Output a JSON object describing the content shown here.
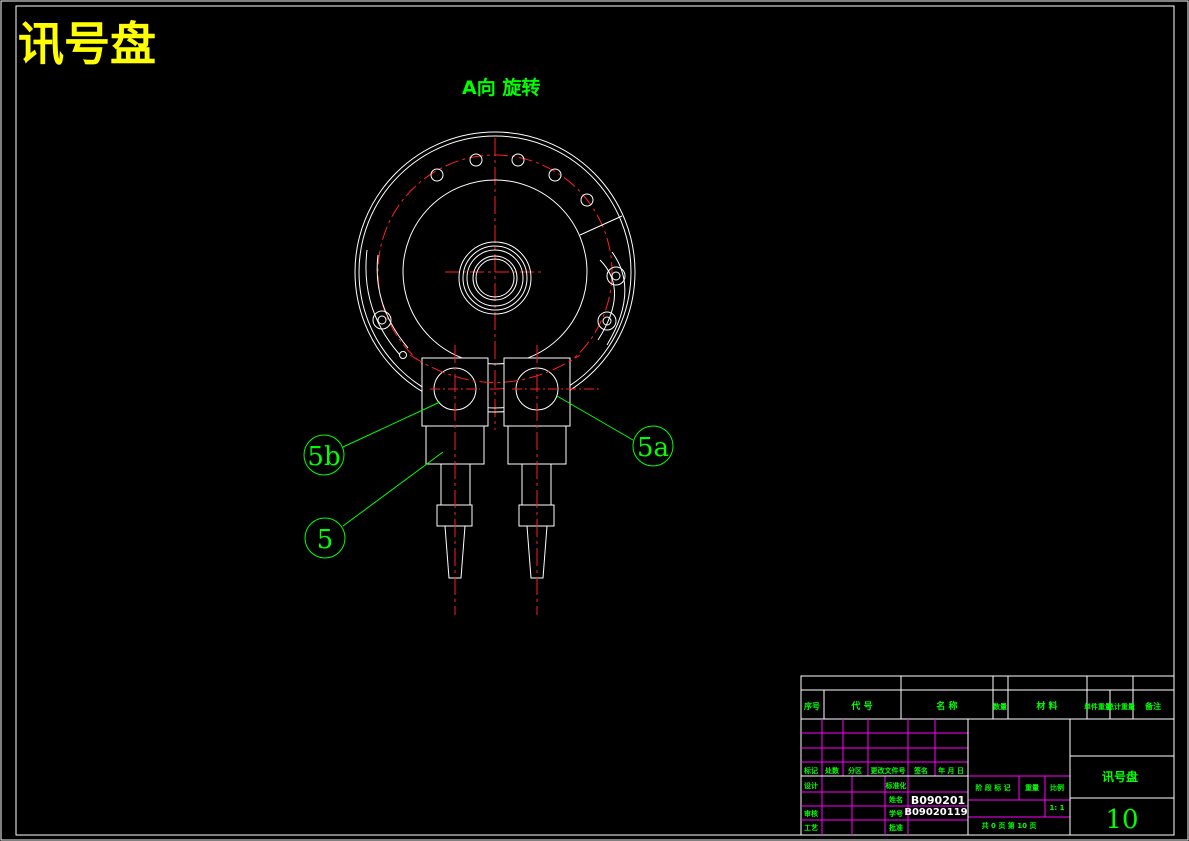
{
  "sheet": {
    "title": "讯号盘",
    "view_label": "A向  旋转"
  },
  "callouts": {
    "c5b": "5b",
    "c5a": "5a",
    "c5": "5"
  },
  "title_block": {
    "bom_headers": {
      "seq": "序号",
      "code": "代 号",
      "name": "名 称",
      "qty": "数量",
      "material": "材 料",
      "unit_weight": "单件重量",
      "total_weight": "总计重量",
      "remarks": "备注"
    },
    "revision_row": {
      "mark": "标记",
      "count": "处数",
      "zone": "分区",
      "doc_no": "更改文件号",
      "sign": "签名",
      "date": "年 月 日"
    },
    "roles": {
      "designer": "设计",
      "standardization": "标准化",
      "reviewer": "审核",
      "process": "工艺",
      "approve": "批准"
    },
    "fields": {
      "name_label": "姓名",
      "student_id_label": "学号",
      "class_value": "B090201",
      "student_id_value": "B09020119",
      "stage_label": "阶 段 标 记",
      "weight_label": "重量",
      "scale_label": "比例",
      "scale_value": "1: 1",
      "sheets": "共 0 页 第 10 页"
    },
    "drawing_name": "讯号盘",
    "drawing_no": "10"
  },
  "colors": {
    "background": "#000000",
    "outline": "#ffffff",
    "centerline": "#ff2020",
    "annotation": "#00ff00",
    "title": "#ffff00",
    "grid": "#ff00ff"
  }
}
